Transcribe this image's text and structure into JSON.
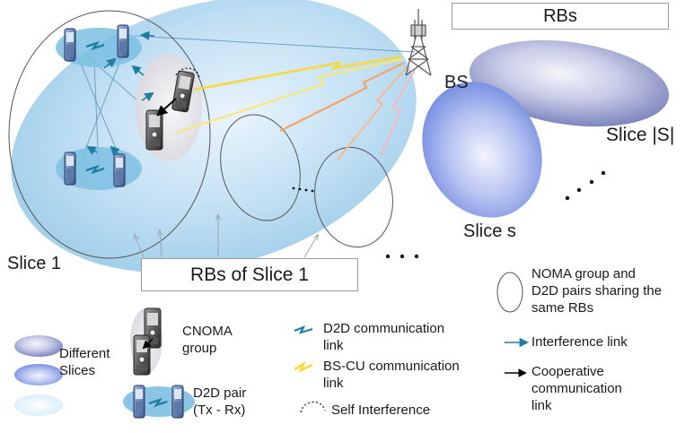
{
  "title_box": "RBs",
  "bs_label": "BS",
  "slice_labels": {
    "slice_1": "Slice 1",
    "slice_s": "Slice s",
    "slice_last": "Slice |S|"
  },
  "rbs_of_slice_box": "RBs of Slice 1",
  "ellipsis": "....",
  "legend": {
    "different_slices_line1": "Different",
    "different_slices_line2": "Slices",
    "cnoma_line1": "CNOMA",
    "cnoma_line2": "group",
    "d2d_pair_line1": "D2D pair",
    "d2d_pair_line2": "(Tx - Rx)",
    "d2d_link_line1": "D2D communication",
    "d2d_link_line2": "link",
    "bs_cu_line1": "BS-CU communication",
    "bs_cu_line2": "link",
    "self_interference": "Self Interference",
    "noma_line1": "NOMA group and",
    "noma_line2": "D2D pairs sharing the",
    "noma_line3": "same RBs",
    "interference_link": "Interference link",
    "cooperative_line1": "Cooperative",
    "cooperative_line2": "communication",
    "cooperative_line3": "link"
  },
  "colors": {
    "slice_blue": "#a9d3ee",
    "slice_light": "#cfe6f7",
    "d2d_group_fill": "#8fc8e6",
    "cnoma_fill": "#e3e3e8",
    "bs_cu_link": "#f8d93a",
    "interference_arrow": "#1f7da0",
    "orange_link": "#f4a46a",
    "pink_link": "#f4b8c0"
  }
}
